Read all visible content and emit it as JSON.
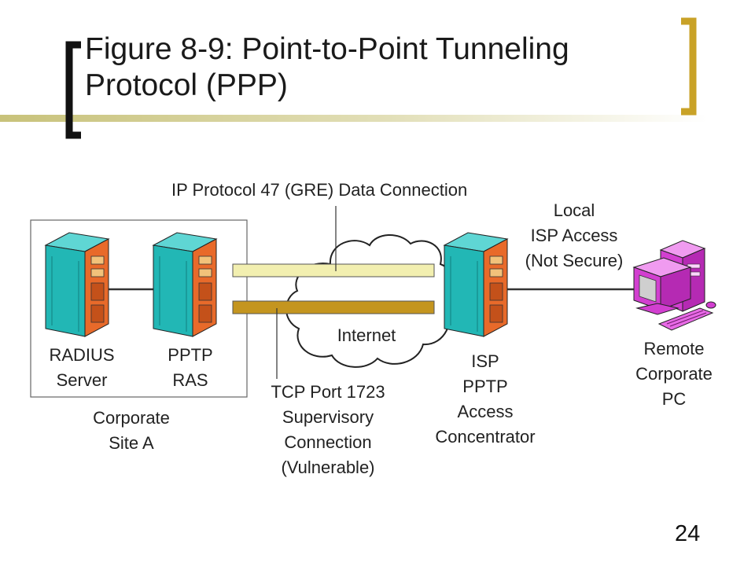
{
  "slide": {
    "title_line1": "Figure 8-9: Point-to-Point Tunneling",
    "title_line2": "Protocol (PPP)",
    "page_number": "24"
  },
  "labels": {
    "gre": "IP Protocol 47 (GRE) Data Connection",
    "local_isp": [
      "Local",
      "ISP Access",
      "(Not Secure)"
    ],
    "internet": "Internet",
    "radius": [
      "RADIUS",
      "Server"
    ],
    "pptp_ras": [
      "PPTP",
      "RAS"
    ],
    "corp_site": [
      "Corporate",
      "Site A"
    ],
    "tcp": [
      "TCP Port 1723",
      "Supervisory",
      "Connection",
      "(Vulnerable)"
    ],
    "isp_conc": [
      "ISP",
      "PPTP",
      "Access",
      "Concentrator"
    ],
    "remote_pc": [
      "Remote",
      "Corporate",
      "PC"
    ]
  },
  "colors": {
    "accent_gold": "#c9a227",
    "title_bar_gradient": "#c8c27a",
    "server_teal": "#22b7b5",
    "server_front": "#e86a2a",
    "pc_magenta": "#d23fd0",
    "data_tunnel": "#f2efb0",
    "supervisory_tunnel": "#c4951f"
  },
  "icons": [
    "radius-server-icon",
    "pptp-ras-server-icon",
    "internet-cloud-icon",
    "isp-concentrator-server-icon",
    "remote-pc-icon"
  ]
}
